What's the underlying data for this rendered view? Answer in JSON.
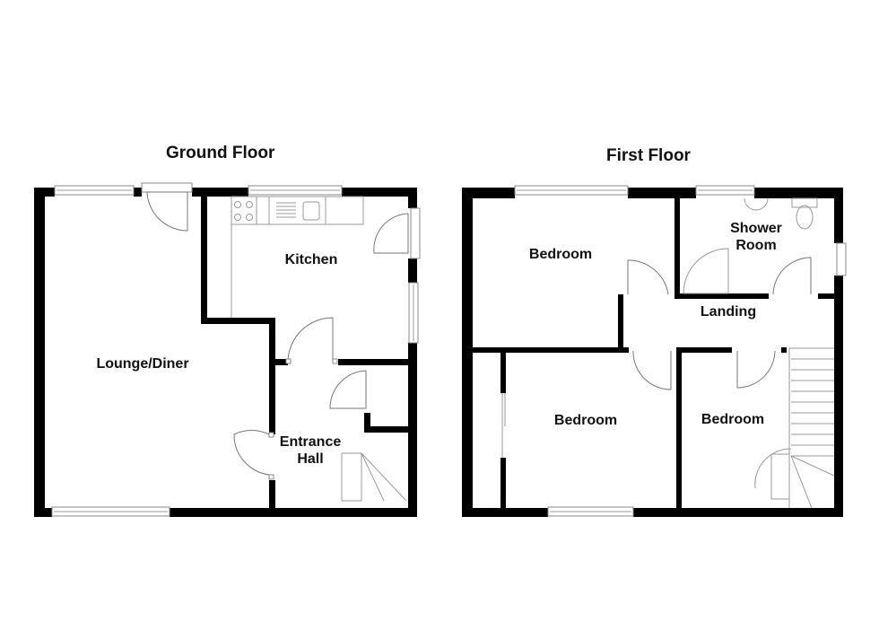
{
  "floors": [
    {
      "title": "Ground Floor",
      "rooms": [
        {
          "name": "Lounge/Diner"
        },
        {
          "name": "Kitchen"
        },
        {
          "name": "Entrance",
          "name2": "Hall"
        }
      ]
    },
    {
      "title": "First Floor",
      "rooms": [
        {
          "name": "Bedroom"
        },
        {
          "name": "Shower",
          "name2": "Room"
        },
        {
          "name": "Landing"
        },
        {
          "name": "Bedroom"
        },
        {
          "name": "Bedroom"
        }
      ]
    }
  ],
  "colors": {
    "wall": "#000000",
    "fixture": "#999999",
    "background": "#ffffff"
  }
}
